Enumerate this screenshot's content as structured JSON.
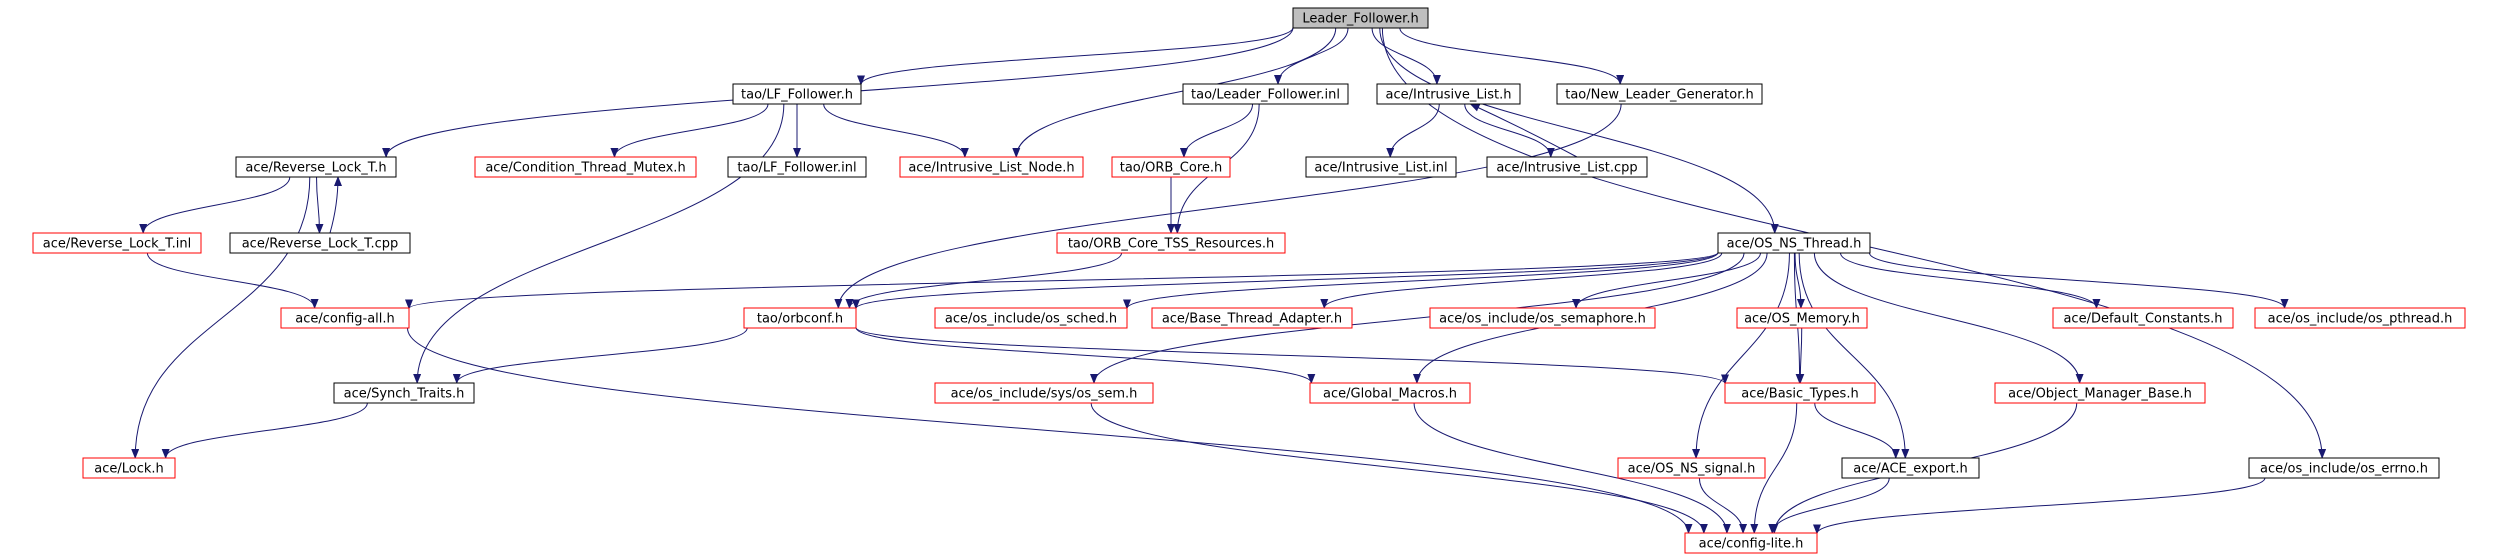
{
  "colors": {
    "edge": "#191970",
    "root_fill": "#bfbfbf",
    "missing_border": "#ff0000",
    "normal_border": "#000000",
    "node_fill": "#ffffff"
  },
  "nodes": [
    {
      "id": "leader_follower_h",
      "label": "Leader_Follower.h",
      "kind": "root"
    },
    {
      "id": "tao_lf_follower_h",
      "label": "tao/LF_Follower.h",
      "kind": "normal"
    },
    {
      "id": "tao_leader_follower_inl",
      "label": "tao/Leader_Follower.inl",
      "kind": "normal"
    },
    {
      "id": "ace_intrusive_list_h",
      "label": "ace/Intrusive_List.h",
      "kind": "normal"
    },
    {
      "id": "tao_new_leader_generator_h",
      "label": "tao/New_Leader_Generator.h",
      "kind": "normal"
    },
    {
      "id": "ace_reverse_lock_t_h",
      "label": "ace/Reverse_Lock_T.h",
      "kind": "normal"
    },
    {
      "id": "ace_condition_thread_mutex_h",
      "label": "ace/Condition_Thread_Mutex.h",
      "kind": "missing"
    },
    {
      "id": "tao_lf_follower_inl",
      "label": "tao/LF_Follower.inl",
      "kind": "normal"
    },
    {
      "id": "ace_intrusive_list_node_h",
      "label": "ace/Intrusive_List_Node.h",
      "kind": "missing"
    },
    {
      "id": "tao_orb_core_h",
      "label": "tao/ORB_Core.h",
      "kind": "missing"
    },
    {
      "id": "ace_intrusive_list_inl",
      "label": "ace/Intrusive_List.inl",
      "kind": "normal"
    },
    {
      "id": "ace_intrusive_list_cpp",
      "label": "ace/Intrusive_List.cpp",
      "kind": "normal"
    },
    {
      "id": "ace_reverse_lock_t_inl",
      "label": "ace/Reverse_Lock_T.inl",
      "kind": "missing"
    },
    {
      "id": "ace_reverse_lock_t_cpp",
      "label": "ace/Reverse_Lock_T.cpp",
      "kind": "normal"
    },
    {
      "id": "tao_orb_core_tss_resources_h",
      "label": "tao/ORB_Core_TSS_Resources.h",
      "kind": "missing"
    },
    {
      "id": "ace_os_ns_thread_h",
      "label": "ace/OS_NS_Thread.h",
      "kind": "normal"
    },
    {
      "id": "ace_config_all_h",
      "label": "ace/config-all.h",
      "kind": "missing"
    },
    {
      "id": "tao_orbconf_h",
      "label": "tao/orbconf.h",
      "kind": "missing"
    },
    {
      "id": "ace_os_include_os_sched_h",
      "label": "ace/os_include/os_sched.h",
      "kind": "missing"
    },
    {
      "id": "ace_base_thread_adapter_h",
      "label": "ace/Base_Thread_Adapter.h",
      "kind": "missing"
    },
    {
      "id": "ace_os_include_os_semaphore_h",
      "label": "ace/os_include/os_semaphore.h",
      "kind": "missing"
    },
    {
      "id": "ace_os_memory_h",
      "label": "ace/OS_Memory.h",
      "kind": "missing"
    },
    {
      "id": "ace_default_constants_h",
      "label": "ace/Default_Constants.h",
      "kind": "missing"
    },
    {
      "id": "ace_os_include_os_pthread_h",
      "label": "ace/os_include/os_pthread.h",
      "kind": "missing"
    },
    {
      "id": "ace_synch_traits_h",
      "label": "ace/Synch_Traits.h",
      "kind": "normal"
    },
    {
      "id": "ace_os_include_sys_os_sem_h",
      "label": "ace/os_include/sys/os_sem.h",
      "kind": "missing"
    },
    {
      "id": "ace_global_macros_h",
      "label": "ace/Global_Macros.h",
      "kind": "missing"
    },
    {
      "id": "ace_basic_types_h",
      "label": "ace/Basic_Types.h",
      "kind": "missing"
    },
    {
      "id": "ace_object_manager_base_h",
      "label": "ace/Object_Manager_Base.h",
      "kind": "missing"
    },
    {
      "id": "ace_lock_h",
      "label": "ace/Lock.h",
      "kind": "missing"
    },
    {
      "id": "ace_os_ns_signal_h",
      "label": "ace/OS_NS_signal.h",
      "kind": "missing"
    },
    {
      "id": "ace_ace_export_h",
      "label": "ace/ACE_export.h",
      "kind": "normal"
    },
    {
      "id": "ace_os_include_os_errno_h",
      "label": "ace/os_include/os_errno.h",
      "kind": "normal"
    },
    {
      "id": "ace_config_lite_h",
      "label": "ace/config-lite.h",
      "kind": "missing"
    }
  ],
  "edges": [
    [
      "leader_follower_h",
      "tao_lf_follower_h"
    ],
    [
      "leader_follower_h",
      "tao_leader_follower_inl"
    ],
    [
      "leader_follower_h",
      "ace_intrusive_list_h"
    ],
    [
      "leader_follower_h",
      "tao_new_leader_generator_h"
    ],
    [
      "leader_follower_h",
      "ace_reverse_lock_t_h"
    ],
    [
      "leader_follower_h",
      "ace_intrusive_list_node_h"
    ],
    [
      "leader_follower_h",
      "ace_os_ns_thread_h"
    ],
    [
      "leader_follower_h",
      "ace_os_include_os_errno_h"
    ],
    [
      "tao_lf_follower_h",
      "ace_condition_thread_mutex_h"
    ],
    [
      "tao_lf_follower_h",
      "tao_lf_follower_inl"
    ],
    [
      "tao_lf_follower_h",
      "ace_intrusive_list_node_h"
    ],
    [
      "tao_lf_follower_h",
      "ace_synch_traits_h"
    ],
    [
      "tao_leader_follower_inl",
      "tao_orb_core_h"
    ],
    [
      "tao_leader_follower_inl",
      "tao_orb_core_tss_resources_h"
    ],
    [
      "tao_orb_core_h",
      "tao_orb_core_tss_resources_h"
    ],
    [
      "ace_intrusive_list_h",
      "ace_intrusive_list_inl"
    ],
    [
      "ace_intrusive_list_h",
      "ace_intrusive_list_cpp"
    ],
    [
      "ace_intrusive_list_cpp",
      "ace_intrusive_list_h"
    ],
    [
      "tao_new_leader_generator_h",
      "tao_orbconf_h"
    ],
    [
      "ace_reverse_lock_t_h",
      "ace_reverse_lock_t_inl"
    ],
    [
      "ace_reverse_lock_t_h",
      "ace_reverse_lock_t_cpp"
    ],
    [
      "ace_reverse_lock_t_cpp",
      "ace_reverse_lock_t_h"
    ],
    [
      "ace_reverse_lock_t_h",
      "ace_lock_h"
    ],
    [
      "ace_reverse_lock_t_inl",
      "ace_config_all_h"
    ],
    [
      "tao_orb_core_tss_resources_h",
      "tao_orbconf_h"
    ],
    [
      "ace_os_ns_thread_h",
      "ace_config_all_h"
    ],
    [
      "ace_os_ns_thread_h",
      "tao_orbconf_h"
    ],
    [
      "ace_os_ns_thread_h",
      "ace_os_include_os_sched_h"
    ],
    [
      "ace_os_ns_thread_h",
      "ace_base_thread_adapter_h"
    ],
    [
      "ace_os_ns_thread_h",
      "ace_os_include_os_semaphore_h"
    ],
    [
      "ace_os_ns_thread_h",
      "ace_os_memory_h"
    ],
    [
      "ace_os_ns_thread_h",
      "ace_default_constants_h"
    ],
    [
      "ace_os_ns_thread_h",
      "ace_os_include_os_pthread_h"
    ],
    [
      "ace_os_ns_thread_h",
      "ace_os_include_sys_os_sem_h"
    ],
    [
      "ace_os_ns_thread_h",
      "ace_global_macros_h"
    ],
    [
      "ace_os_ns_thread_h",
      "ace_basic_types_h"
    ],
    [
      "ace_os_ns_thread_h",
      "ace_object_manager_base_h"
    ],
    [
      "ace_os_ns_thread_h",
      "ace_os_ns_signal_h"
    ],
    [
      "ace_os_ns_thread_h",
      "ace_ace_export_h"
    ],
    [
      "ace_os_memory_h",
      "ace_basic_types_h"
    ],
    [
      "ace_config_all_h",
      "ace_config_lite_h"
    ],
    [
      "tao_orbconf_h",
      "ace_synch_traits_h"
    ],
    [
      "tao_orbconf_h",
      "ace_global_macros_h"
    ],
    [
      "tao_orbconf_h",
      "ace_basic_types_h"
    ],
    [
      "ace_synch_traits_h",
      "ace_lock_h"
    ],
    [
      "ace_os_include_sys_os_sem_h",
      "ace_config_lite_h"
    ],
    [
      "ace_global_macros_h",
      "ace_config_lite_h"
    ],
    [
      "ace_basic_types_h",
      "ace_ace_export_h"
    ],
    [
      "ace_basic_types_h",
      "ace_config_lite_h"
    ],
    [
      "ace_object_manager_base_h",
      "ace_config_lite_h"
    ],
    [
      "ace_os_ns_signal_h",
      "ace_config_lite_h"
    ],
    [
      "ace_ace_export_h",
      "ace_config_lite_h"
    ],
    [
      "ace_os_include_os_errno_h",
      "ace_config_lite_h"
    ]
  ]
}
